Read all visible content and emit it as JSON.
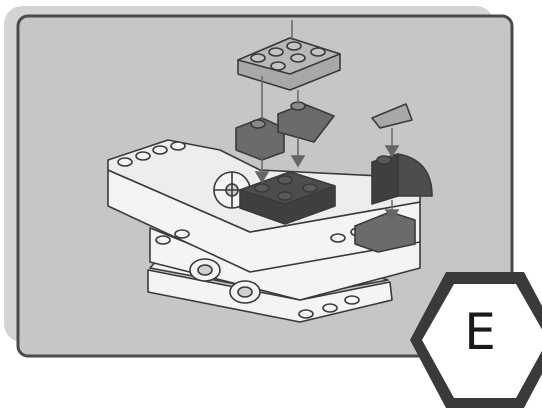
{
  "step": {
    "letter": "E"
  },
  "colors": {
    "panel_fill": "#c6c6c6",
    "panel_shadow": "#d4d4d4",
    "panel_border": "#4a4a4a",
    "brick_white": "#f4f4f4",
    "brick_outline": "#3a3a3a",
    "brick_dark": "#3f3f3f",
    "brick_medium": "#6b6b6b",
    "brick_light_gray": "#a8a8a8",
    "arrow": "#666666",
    "hex_dark": "#3a3a3a",
    "hex_light": "#ffffff"
  },
  "icons": [
    "instruction-step-panel",
    "lego-model-illustration",
    "step-letter-hexagon"
  ]
}
